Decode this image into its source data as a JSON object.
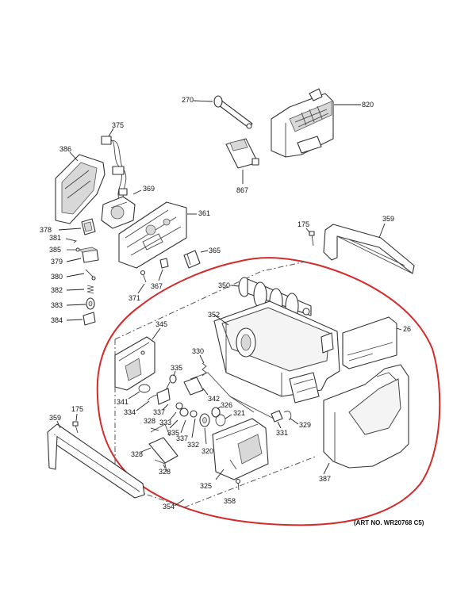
{
  "art_number": "(ART NO. WR20768 C5)",
  "callouts": {
    "c270": "270",
    "c820": "820",
    "c375": "375",
    "c386": "386",
    "c867": "867",
    "c369": "369",
    "c361": "361",
    "c378": "378",
    "c381": "381",
    "c385": "385",
    "c379": "379",
    "c380": "380",
    "c382": "382",
    "c383": "383",
    "c384": "384",
    "c365": "365",
    "c367": "367",
    "c371": "371",
    "c175a": "175",
    "c359a": "359",
    "c350": "350",
    "c352": "352",
    "c345": "345",
    "c26": "26",
    "c330": "330",
    "c335a": "335",
    "c341": "341",
    "c334": "334",
    "c337a": "337",
    "c333": "333",
    "c328a": "328",
    "c335b": "335",
    "c337b": "337",
    "c332": "332",
    "c342": "342",
    "c326": "326",
    "c321": "321",
    "c320": "320",
    "c331": "331",
    "c329": "329",
    "c359b": "359",
    "c175b": "175",
    "c328b": "328",
    "c328c": "328",
    "c325": "325",
    "c358": "358",
    "c354": "354",
    "c387": "387"
  },
  "highlight_color": "#d42a2a"
}
